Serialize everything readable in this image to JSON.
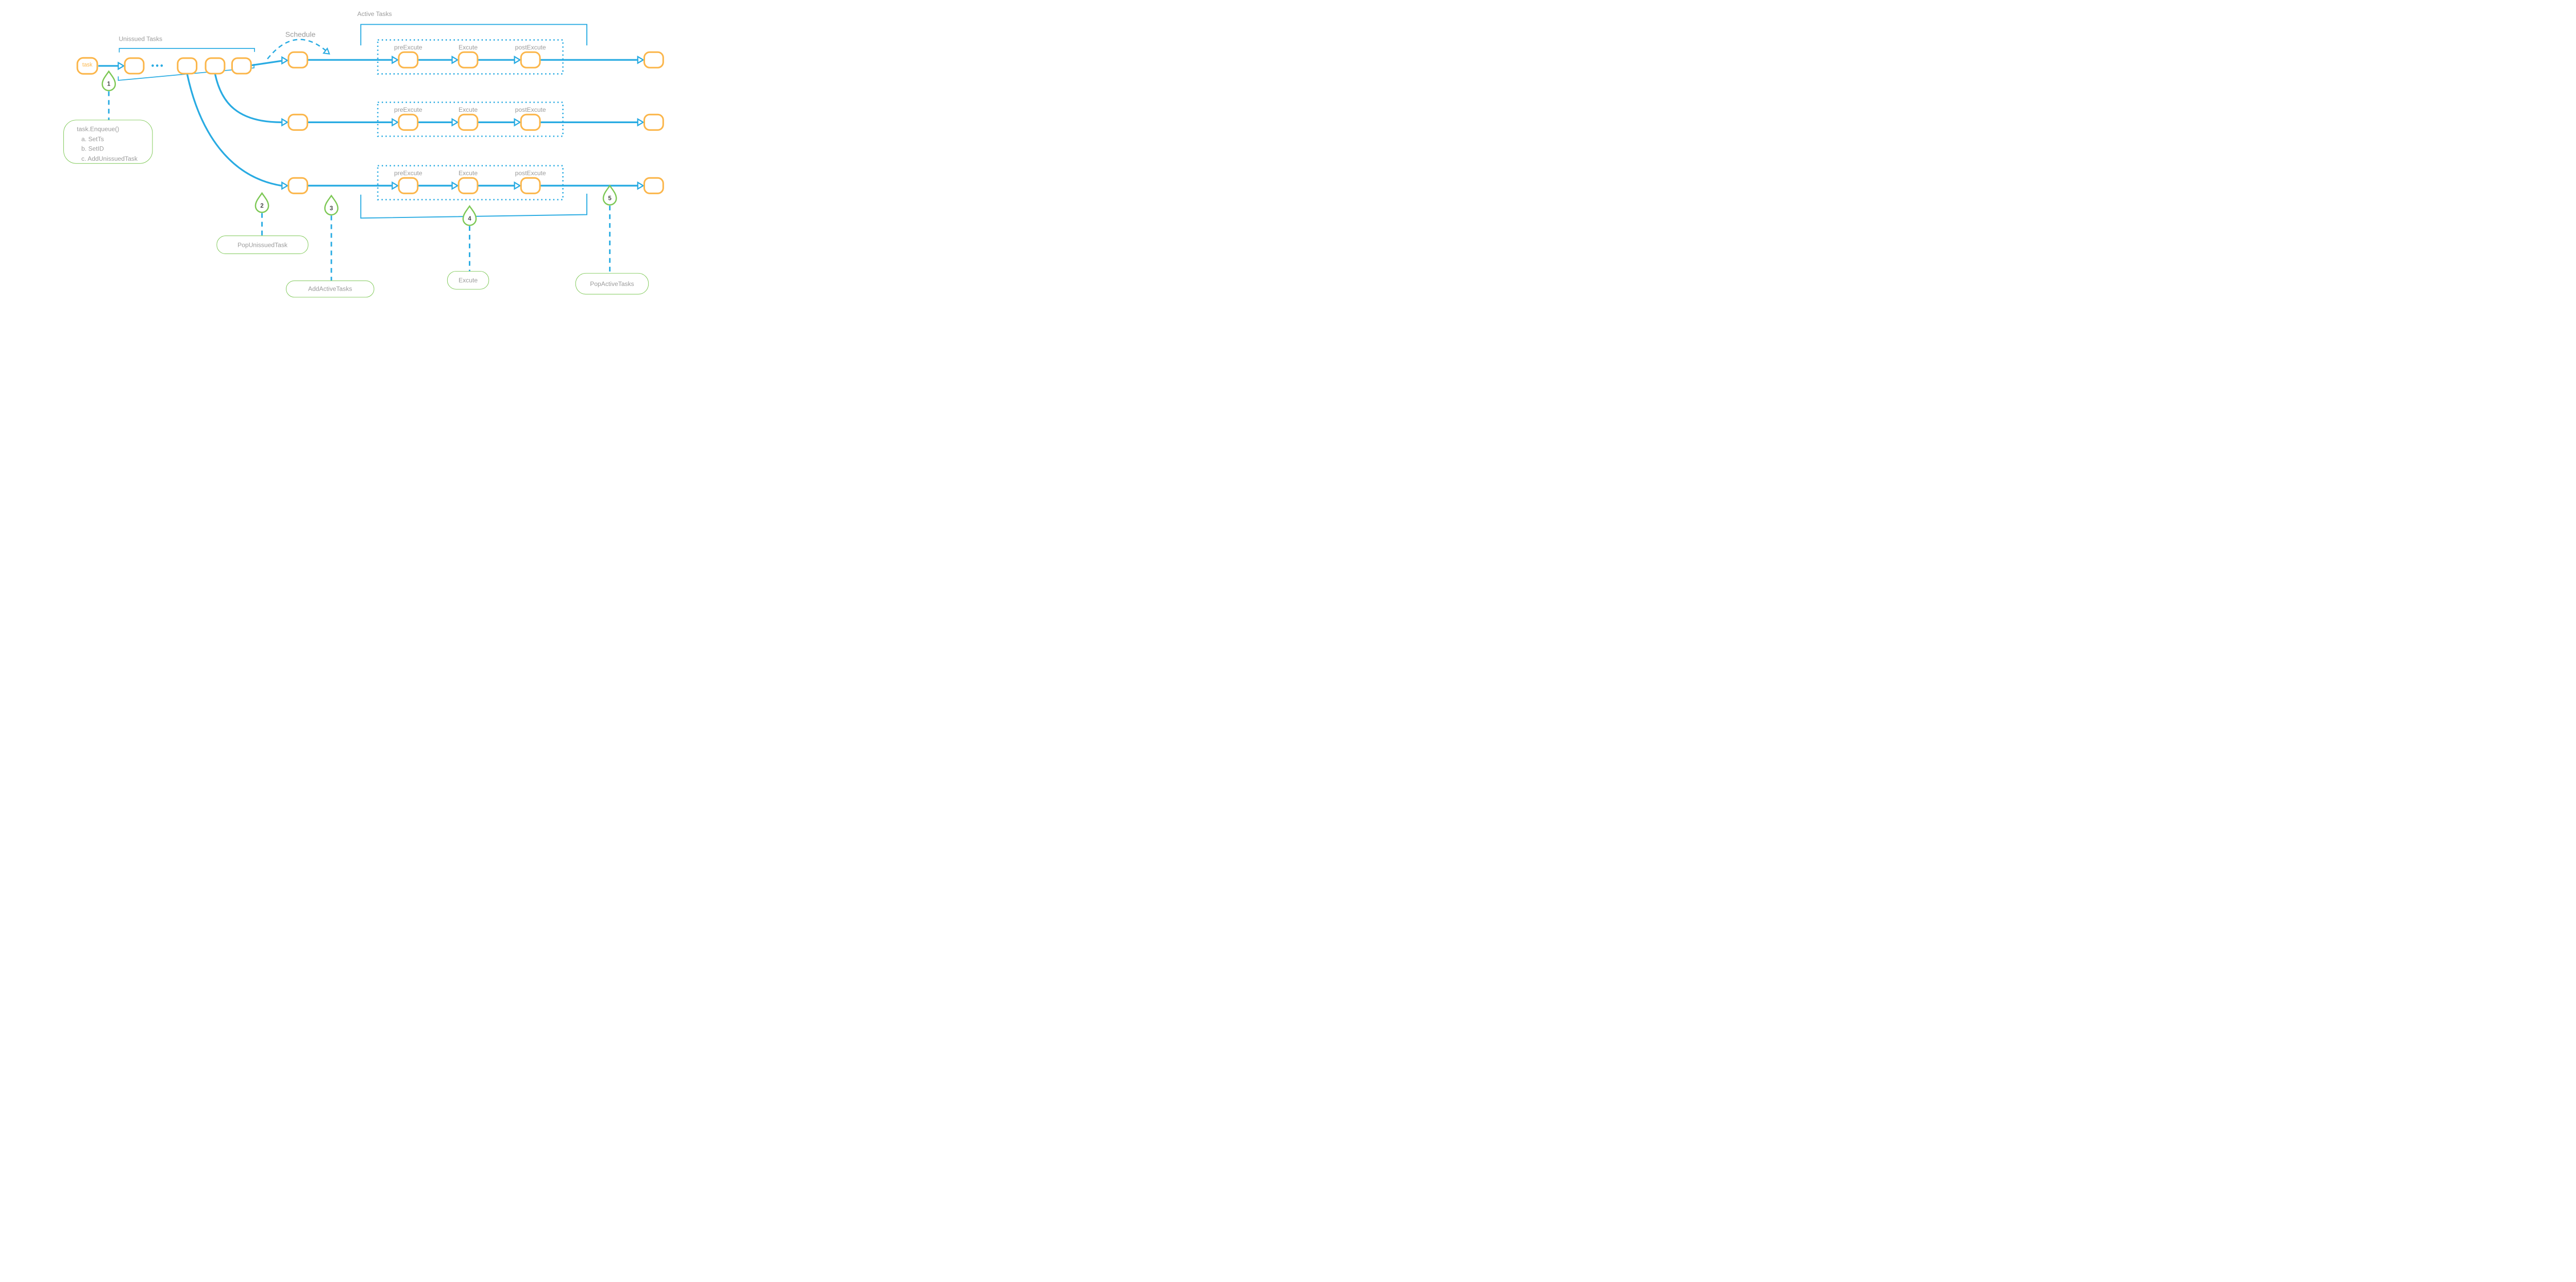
{
  "labels": {
    "unissued_tasks": "Unissued Tasks",
    "schedule": "Schedule",
    "active_tasks": "Active Tasks"
  },
  "task_node": {
    "label": "task"
  },
  "stage_labels": {
    "pre": "preExcute",
    "exec": "Excute",
    "post": "postExcute"
  },
  "markers": [
    {
      "number": "1"
    },
    {
      "number": "2"
    },
    {
      "number": "3"
    },
    {
      "number": "4"
    },
    {
      "number": "5"
    }
  ],
  "callouts": {
    "enqueue": {
      "lines": [
        "task.Enqueue()",
        "a. SetTs",
        "b. SetID",
        "c. AddUnissuedTask"
      ]
    },
    "pop_unissued": "PopUnissuedTask",
    "add_active": "AddActiveTasks",
    "excute": "Excute",
    "pop_active": "PopActiveTasks"
  },
  "colors": {
    "flow_blue": "#29ABE2",
    "node_orange": "#FBB64B",
    "annotation_green": "#7DC855",
    "label_gray": "#9B9B9B",
    "marker_number_gray": "#4A4A4A"
  }
}
